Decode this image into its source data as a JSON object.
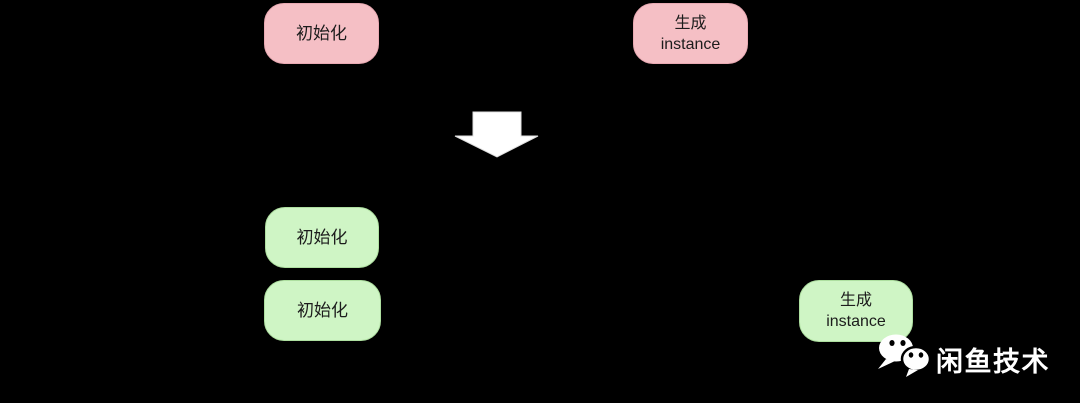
{
  "canvas": {
    "background": "#000000"
  },
  "colors": {
    "before_node_fill": "#f5bfc5",
    "before_node_border": "#e8a9b2",
    "after_node_fill": "#cff5c5",
    "after_node_border": "#aedfa0",
    "arrow_fill": "#ffffff",
    "node_text": "#1c1c1c",
    "watermark_text": "#ffffff"
  },
  "before_section": {
    "nodes": [
      {
        "label": "初始化"
      },
      {
        "label": "生成\ninstance"
      }
    ]
  },
  "transition": {
    "arrow_icon": "down-arrow"
  },
  "after_section": {
    "nodes": [
      {
        "label": "初始化"
      },
      {
        "label": "初始化"
      },
      {
        "label": "生成\ninstance"
      }
    ]
  },
  "watermark": {
    "icon": "wechat-icon",
    "text": "闲鱼技术"
  }
}
